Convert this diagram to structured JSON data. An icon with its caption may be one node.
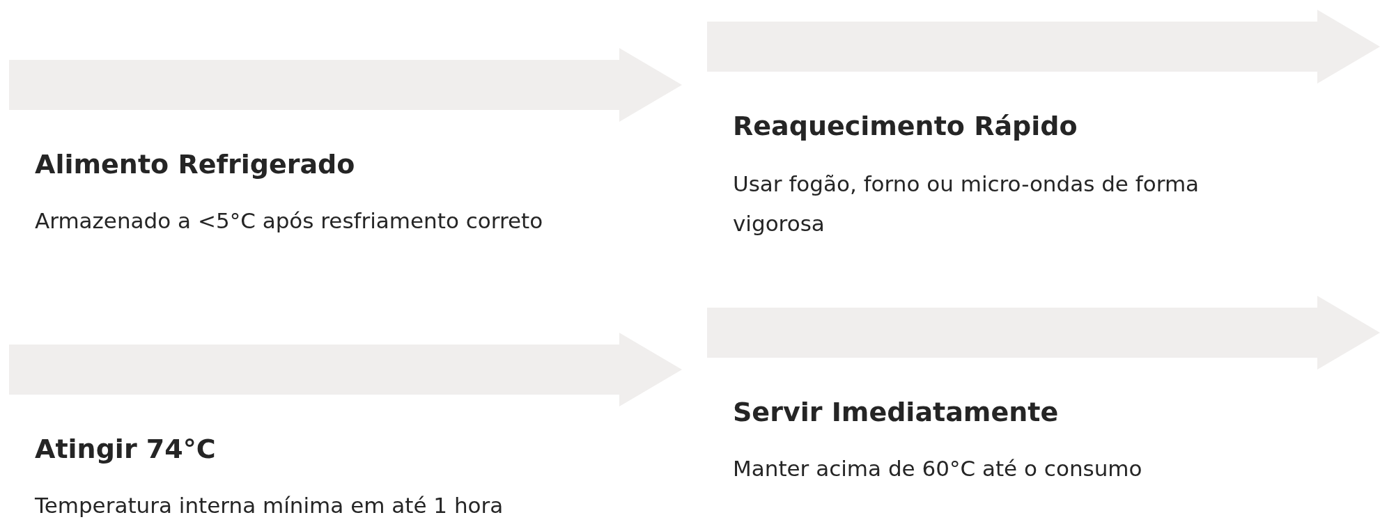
{
  "diagram": {
    "nodes": [
      {
        "text": [
          "Alimento Refrigerado",
          "Armazenado a <5°C após resfriamento correto"
        ]
      },
      {
        "text": [
          "Reaquecimento Rápido",
          "Usar fogão, forno ou micro-ondas de forma vigorosa"
        ]
      },
      {
        "text": [
          "Atingir 74°C",
          "Temperatura interna mínima em até 1 hora"
        ]
      },
      {
        "text": [
          "Servir Imediatamente",
          "Manter acima de 60°C até o consumo"
        ]
      }
    ]
  }
}
